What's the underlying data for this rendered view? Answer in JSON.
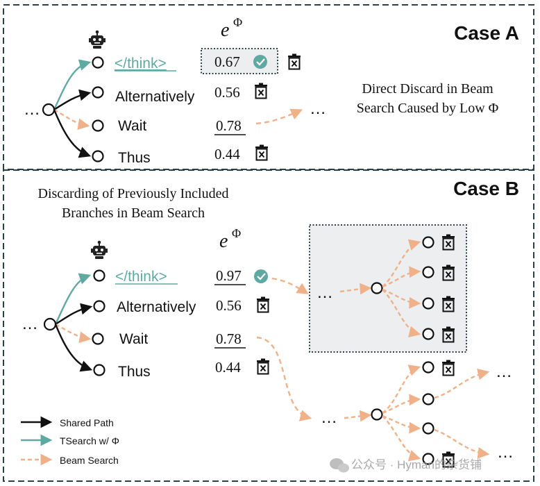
{
  "case_a": {
    "title": "Case A",
    "header": "e",
    "header_sup": "Φ",
    "root_dots": "…",
    "tokens": [
      {
        "label": "</think>",
        "score": "0.67"
      },
      {
        "label": "Alternatively",
        "score": "0.56"
      },
      {
        "label": "Wait",
        "score": "0.78"
      },
      {
        "label": "Thus",
        "score": "0.44"
      }
    ],
    "continue_dots": "…",
    "note_line1": "Direct Discard in Beam",
    "note_line2": "Search Caused by Low Φ"
  },
  "case_b": {
    "title": "Case B",
    "header": "e",
    "header_sup": "Φ",
    "root_dots": "…",
    "note_line1": "Discarding of Previously Included",
    "note_line2": "Branches in Beam Search",
    "tokens": [
      {
        "label": "</think>",
        "score": "0.97"
      },
      {
        "label": "Alternatively",
        "score": "0.56"
      },
      {
        "label": "Wait",
        "score": "0.78"
      },
      {
        "label": "Thus",
        "score": "0.44"
      }
    ],
    "sub_dots_top": "…",
    "sub_dots_bottom": "…",
    "far_dots_1": "…",
    "far_dots_2": "…"
  },
  "legend": {
    "shared_path": "Shared Path",
    "tsearch": "TSearch w/ Φ",
    "beam_search": "Beam Search"
  },
  "watermark": "公众号 · Hyman的杂货铺",
  "colors": {
    "teal": "#5fa9a3",
    "orange": "#f0b088",
    "black": "#111111",
    "box_bg": "#eceeef",
    "border": "#2b3f47"
  }
}
